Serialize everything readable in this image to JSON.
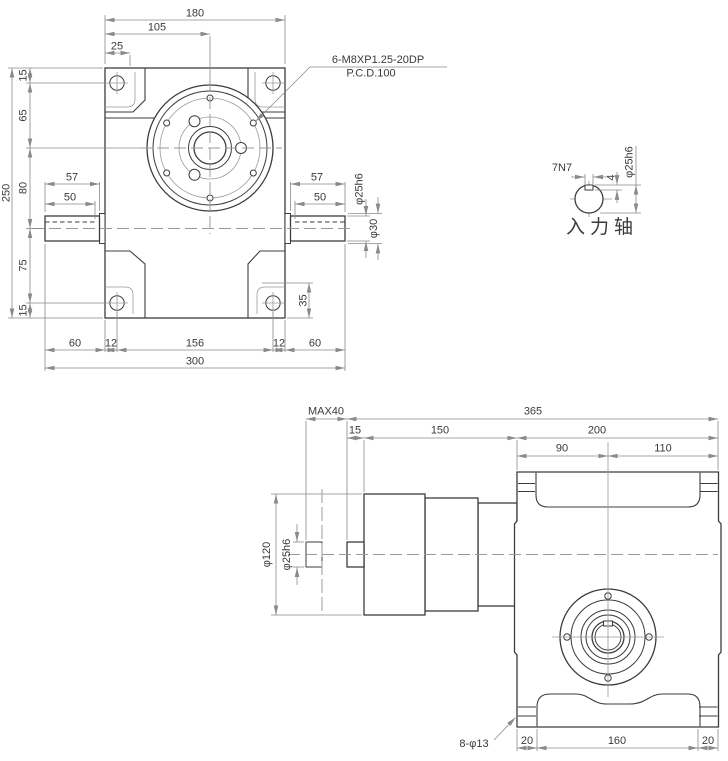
{
  "colors": {
    "line": "#3c3c3c",
    "thin": "#9a9a9a",
    "dim": "#8a8a8a",
    "txt": "#3a3a3a",
    "bg": "#ffffff"
  },
  "front_view": {
    "callout_line1": "6-M8XP1.25-20DP",
    "callout_line2": "P.C.D.100",
    "dim_width_top": "180",
    "dim_center_offset": "105",
    "dim_25": "25",
    "dim_height": "250",
    "dim_15_top": "15",
    "dim_65": "65",
    "dim_80": "80",
    "dim_75": "75",
    "dim_15_bottom": "15",
    "dim_shaft_len_left": "57",
    "dim_key_len_left": "50",
    "dim_shaft_len_right": "57",
    "dim_key_len_right": "50",
    "dim_shaft_dia": "φ25h6",
    "dim_collar_dia": "φ30",
    "dim_pad_height": "35",
    "dim_60_left": "60",
    "dim_12_left": "12",
    "dim_156": "156",
    "dim_12_right": "12",
    "dim_60_right": "60",
    "dim_total_width": "300"
  },
  "input_shaft_detail": {
    "dim_key_width": "7N7",
    "dim_key_depth": "4",
    "dim_shaft_dia": "φ25h6",
    "label": "入力轴"
  },
  "side_view": {
    "dim_max_stroke": "MAX40",
    "dim_total_length": "365",
    "dim_15": "15",
    "dim_150": "150",
    "dim_200": "200",
    "dim_90": "90",
    "dim_110": "110",
    "dim_housing_dia": "φ120",
    "dim_shaft_dia": "φ25h6",
    "dim_mount_holes": "8-φ13",
    "dim_20_left": "20",
    "dim_160": "160",
    "dim_20_right": "20"
  }
}
